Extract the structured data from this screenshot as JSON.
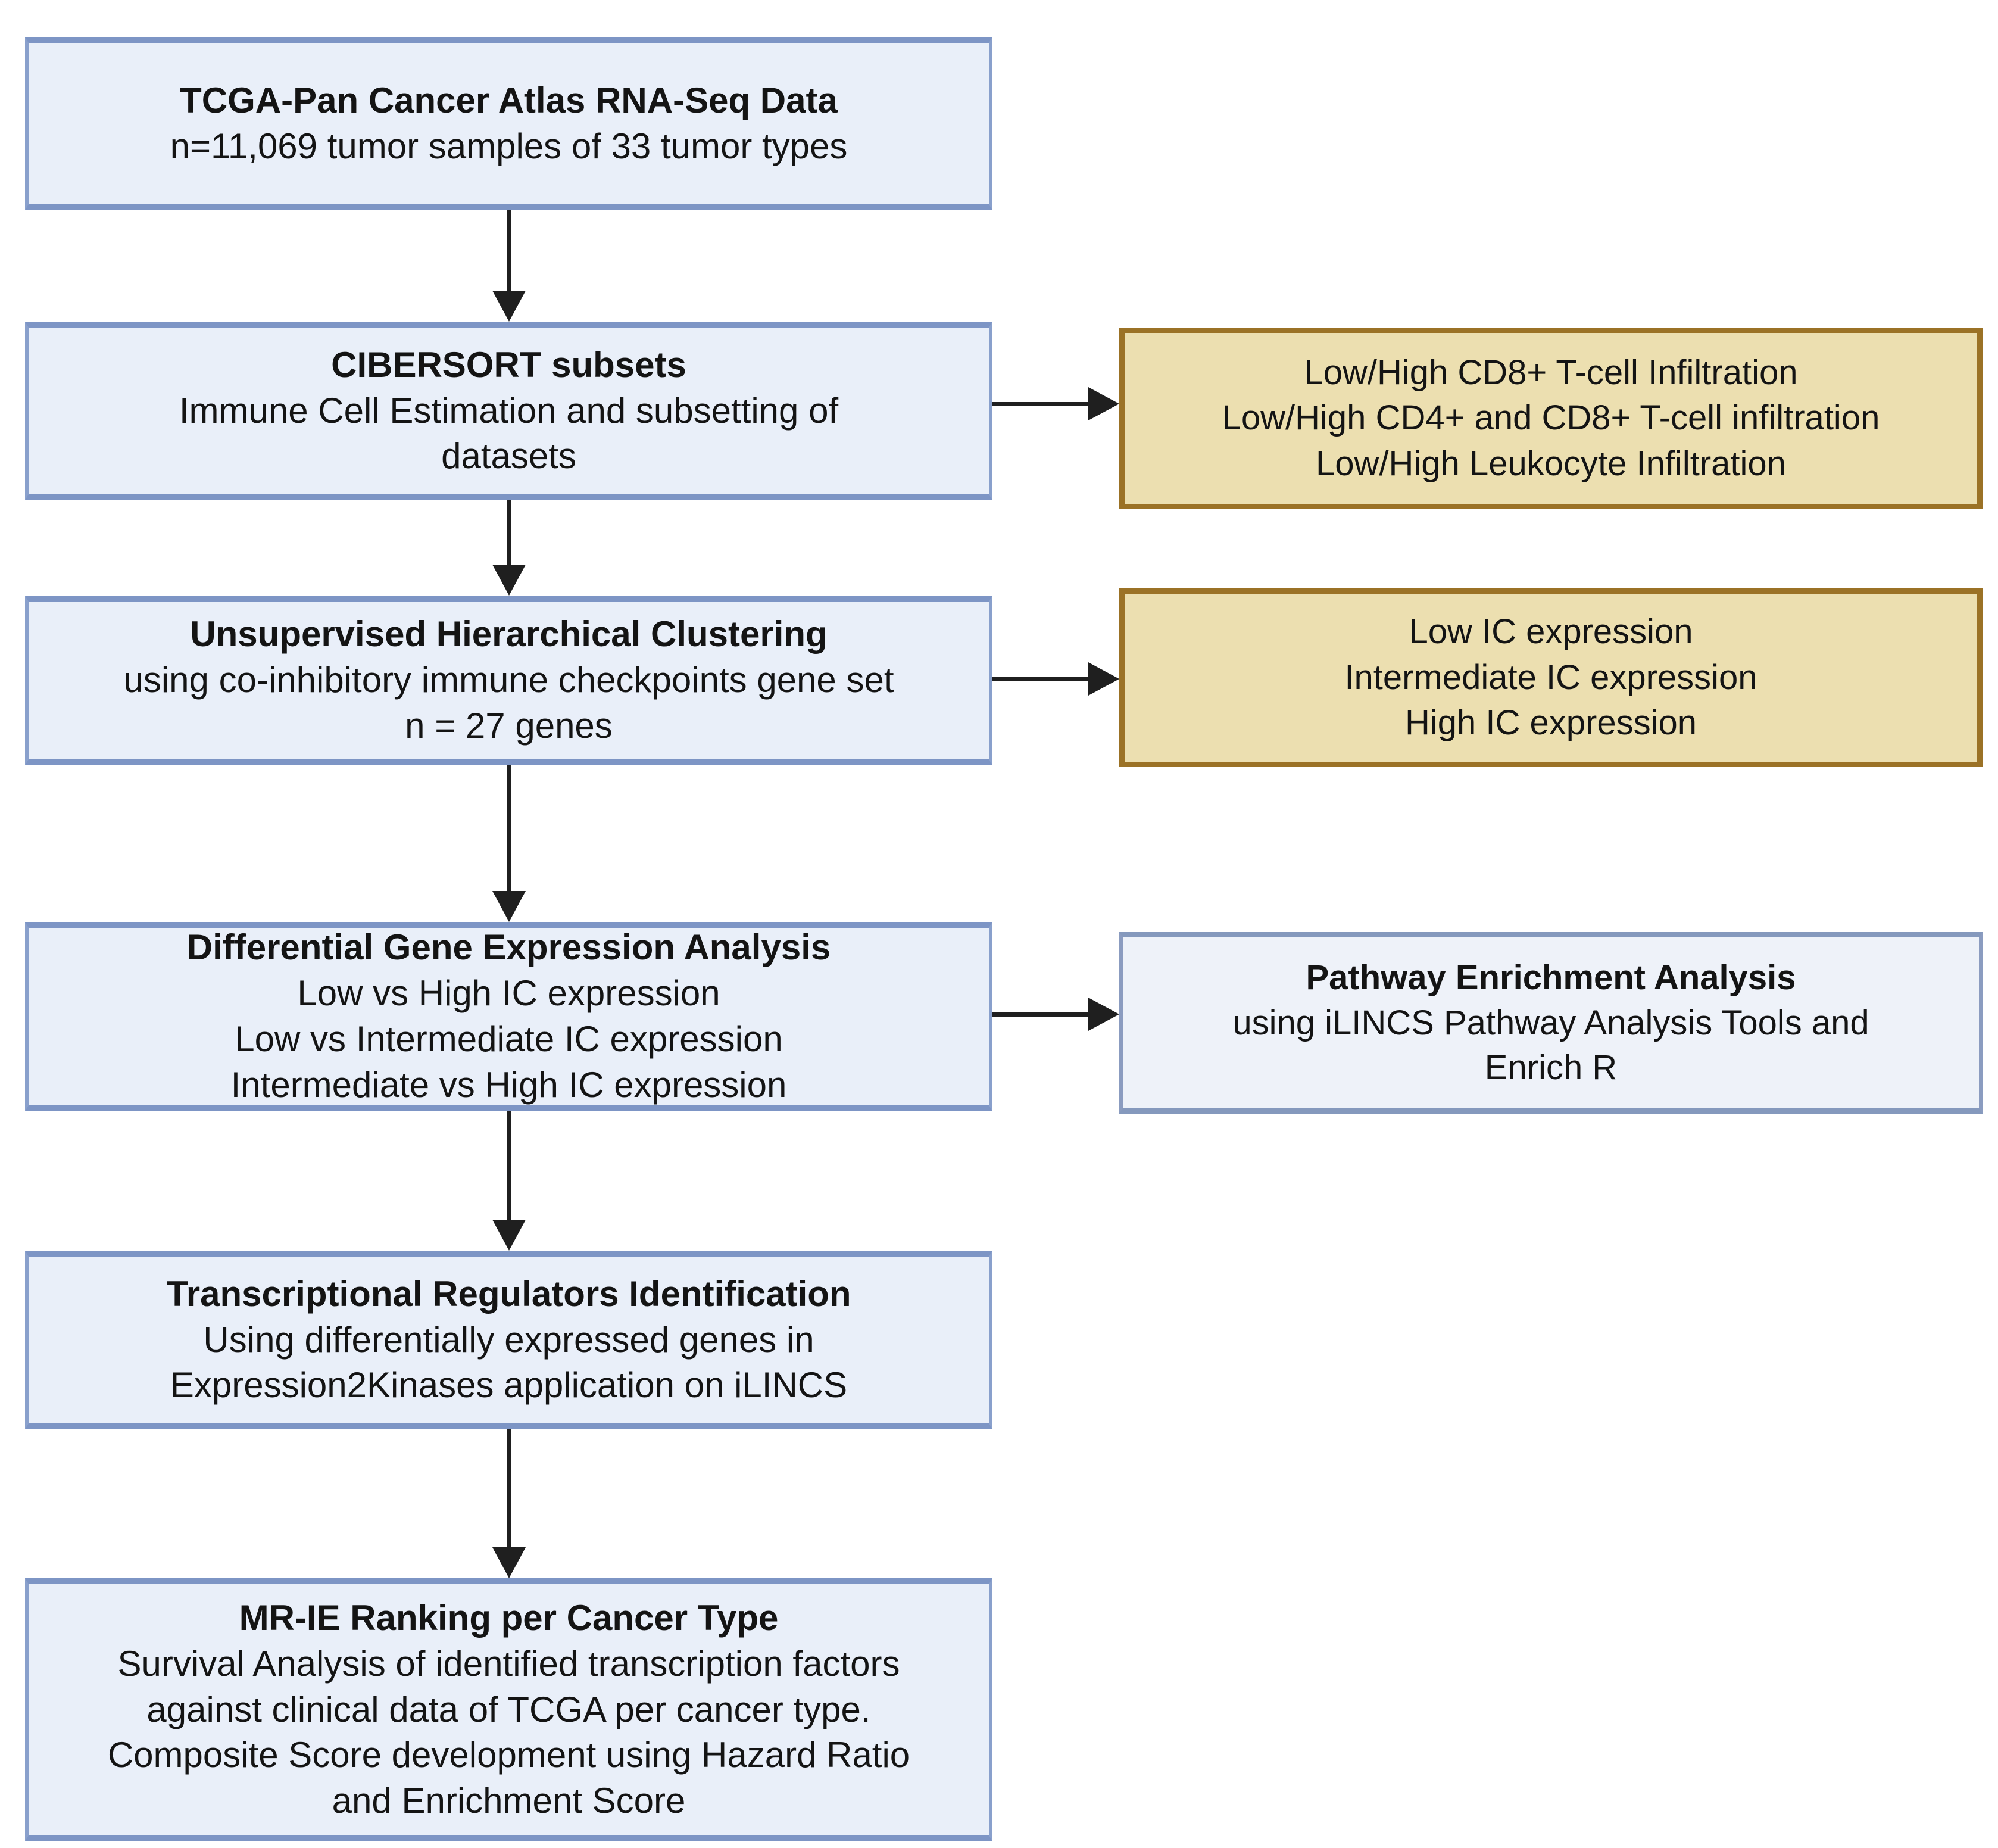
{
  "palette": {
    "process_box_fill": "#e9eff9",
    "process_box_border": "#7d95c5",
    "output_box_fill": "#ecdfb0",
    "output_box_border": "#9b7226",
    "pathway_box_fill": "#eef2f9",
    "pathway_box_border": "#8b9cc0",
    "arrow_color": "#1f1f1f"
  },
  "flow": {
    "step1": {
      "title": "TCGA-Pan Cancer Atlas RNA-Seq Data",
      "line1": "n=11,069 tumor samples of 33 tumor types"
    },
    "step2": {
      "title": "CIBERSORT subsets",
      "line1": "Immune Cell Estimation and subsetting of",
      "line2": "datasets"
    },
    "step3": {
      "title": "Unsupervised Hierarchical Clustering",
      "line1": "using co-inhibitory immune checkpoints gene set",
      "line2": "n = 27 genes"
    },
    "step4": {
      "title": "Differential Gene Expression Analysis",
      "line1": "Low vs High IC expression",
      "line2": "Low vs Intermediate IC expression",
      "line3": "Intermediate vs High IC expression"
    },
    "step5": {
      "title": "Transcriptional Regulators Identification",
      "line1": "Using differentially expressed genes in",
      "line2": "Expression2Kinases application on iLINCS"
    },
    "step6": {
      "title": "MR-IE Ranking per Cancer Type",
      "line1": "Survival Analysis of identified transcription factors",
      "line2": "against clinical data of TCGA per cancer type.",
      "line3": "Composite Score development using Hazard Ratio",
      "line4": "and Enrichment Score"
    }
  },
  "side": {
    "cibersort_outputs": {
      "line1": "Low/High CD8+ T-cell Infiltration",
      "line2": "Low/High CD4+ and CD8+ T-cell infiltration",
      "line3": "Low/High Leukocyte Infiltration"
    },
    "clustering_outputs": {
      "line1": "Low IC expression",
      "line2": "Intermediate IC expression",
      "line3": "High IC expression"
    },
    "pathway": {
      "title": "Pathway Enrichment Analysis",
      "line1": "using iLINCS Pathway Analysis Tools and",
      "line2": "Enrich R"
    }
  }
}
